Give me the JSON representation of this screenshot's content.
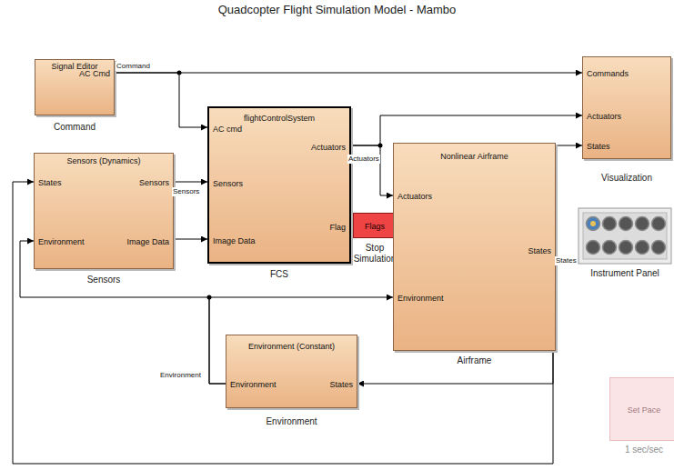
{
  "diagram": {
    "title": "Quadcopter Flight Simulation Model - Mambo",
    "nodes": [
      {
        "text": [
          "Signal Editor",
          "AC Cmd",
          "Command"
        ]
      },
      {
        "text": [
          "Sensors (Dynamics)",
          "States",
          "Sensors",
          "Environment",
          "Image Data",
          "Sensors"
        ]
      },
      {
        "text": [
          "flightControlSystem",
          "AC cmd",
          "Actuators",
          "Sensors",
          "Flag",
          "Image Data",
          "FCS"
        ]
      },
      {
        "text": [
          "Flags",
          "Stop Simulation"
        ]
      },
      {
        "text": [
          "Nonlinear Airframe",
          "Actuators",
          "States",
          "Environment",
          "Airframe"
        ]
      },
      {
        "text": [
          "Commands",
          "Actuators",
          "States",
          "Visualization"
        ]
      },
      {
        "text": [
          "Instrument Panel"
        ]
      },
      {
        "text": [
          "Environment (Constant)",
          "Environment",
          "States",
          "Environment"
        ]
      },
      {
        "text": [
          "Set Pace",
          "1 sec/sec"
        ]
      }
    ],
    "edges": [
      {
        "from": 0,
        "to": 2,
        "label": "Command",
        "arrow": "to"
      },
      {
        "from": 0,
        "to": 5,
        "arrow": "to"
      },
      {
        "from": 1,
        "to": 2,
        "label": "Sensors",
        "arrow": "to"
      },
      {
        "from": 1,
        "to": 2,
        "arrow": "to"
      },
      {
        "from": 2,
        "to": 3,
        "arrow": "to"
      },
      {
        "from": 2,
        "to": 4,
        "label": "Actuators",
        "arrow": "to"
      },
      {
        "from": 2,
        "to": 5,
        "arrow": "to"
      },
      {
        "from": 4,
        "to": 5,
        "label": "States",
        "arrow": "to"
      },
      {
        "from": 4,
        "to": 7,
        "arrow": "to"
      },
      {
        "from": 4,
        "to": 1,
        "arrow": "to"
      },
      {
        "from": 7,
        "to": 4,
        "label": "Environment",
        "arrow": "to"
      },
      {
        "from": 7,
        "to": 1,
        "arrow": "to"
      }
    ]
  }
}
